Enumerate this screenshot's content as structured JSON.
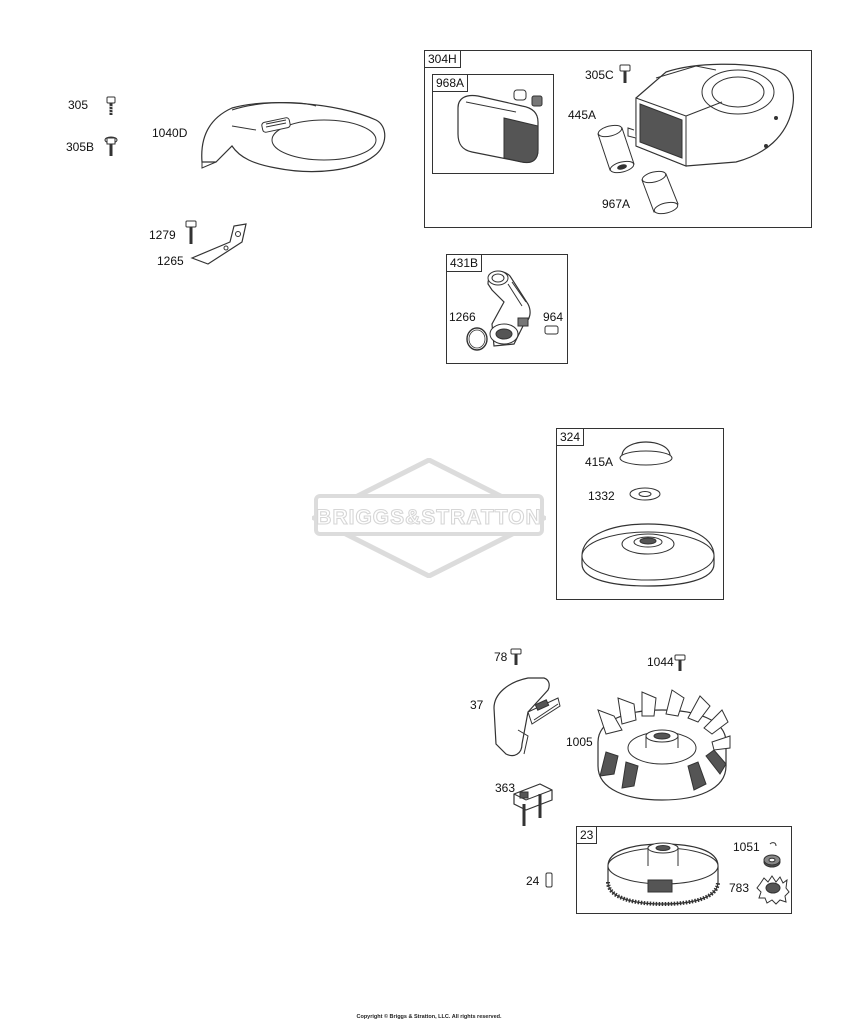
{
  "watermark": {
    "text": "BRIGGS&STRATTON"
  },
  "copyright": "Copyright © Briggs & Stratton, LLC. All rights reserved.",
  "groups": {
    "g304H": {
      "tag": "304H"
    },
    "g968A": {
      "tag": "968A"
    },
    "g431B": {
      "tag": "431B"
    },
    "g324": {
      "tag": "324"
    },
    "g23": {
      "tag": "23"
    }
  },
  "callouts": {
    "c305": "305",
    "c305B": "305B",
    "c1040D": "1040D",
    "c1279": "1279",
    "c1265": "1265",
    "c305C": "305C",
    "c445A": "445A",
    "c967A": "967A",
    "c1266": "1266",
    "c964": "964",
    "c415A": "415A",
    "c1332": "1332",
    "c78": "78",
    "c1044": "1044",
    "c37": "37",
    "c1005": "1005",
    "c363": "363",
    "c1051": "1051",
    "c24": "24",
    "c783": "783"
  },
  "colors": {
    "line": "#333333",
    "watermark": "#d9d9d9"
  }
}
